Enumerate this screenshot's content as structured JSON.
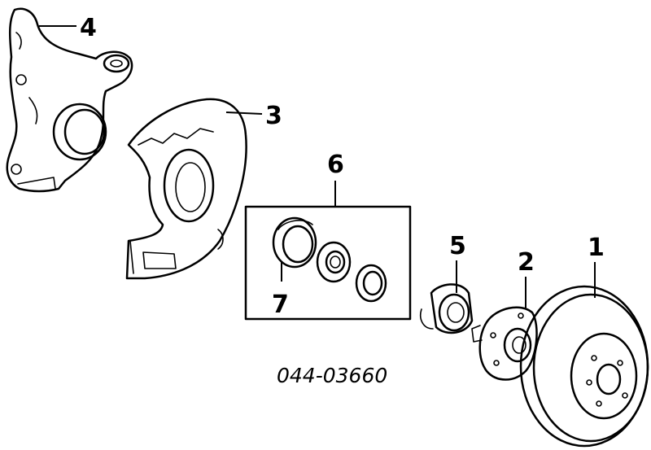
{
  "callouts": {
    "c1": "1",
    "c2": "2",
    "c3": "3",
    "c4": "4",
    "c5": "5",
    "c6": "6",
    "c7": "7"
  },
  "catalog_number": "044-03660",
  "colors": {
    "ink": "#000000",
    "paper": "#ffffff"
  }
}
